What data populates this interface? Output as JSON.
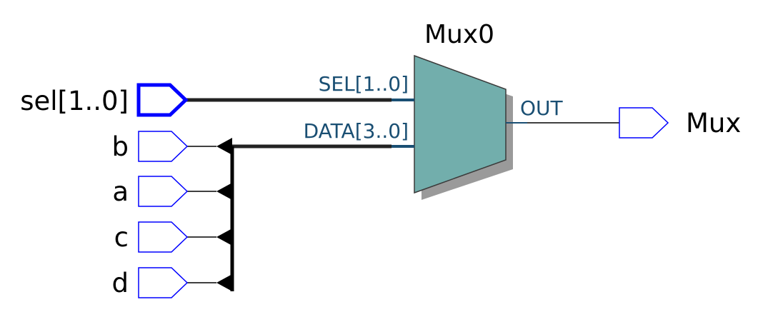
{
  "colors": {
    "port_outline": "#0000ff",
    "wire": "#000000",
    "bus": "#222222",
    "mux_fill": "#72aeac",
    "mux_shadow": "#9a9a9a",
    "pin_line": "#1a4f73",
    "pin_text": "#1a4f73"
  },
  "mux": {
    "instance_name": "Mux0",
    "pins": {
      "sel": "SEL[1..0]",
      "data": "DATA[3..0]",
      "out": "OUT"
    }
  },
  "inputs": [
    {
      "name": "sel[1..0]",
      "bus": true
    },
    {
      "name": "b",
      "bus": false
    },
    {
      "name": "a",
      "bus": false
    },
    {
      "name": "c",
      "bus": false
    },
    {
      "name": "d",
      "bus": false
    }
  ],
  "output": {
    "name": "Mux"
  }
}
